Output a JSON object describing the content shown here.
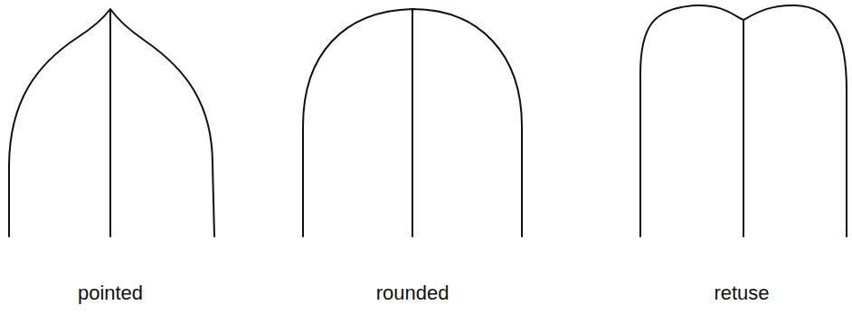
{
  "diagram": {
    "labels": [
      "pointed",
      "rounded",
      "retuse"
    ]
  }
}
